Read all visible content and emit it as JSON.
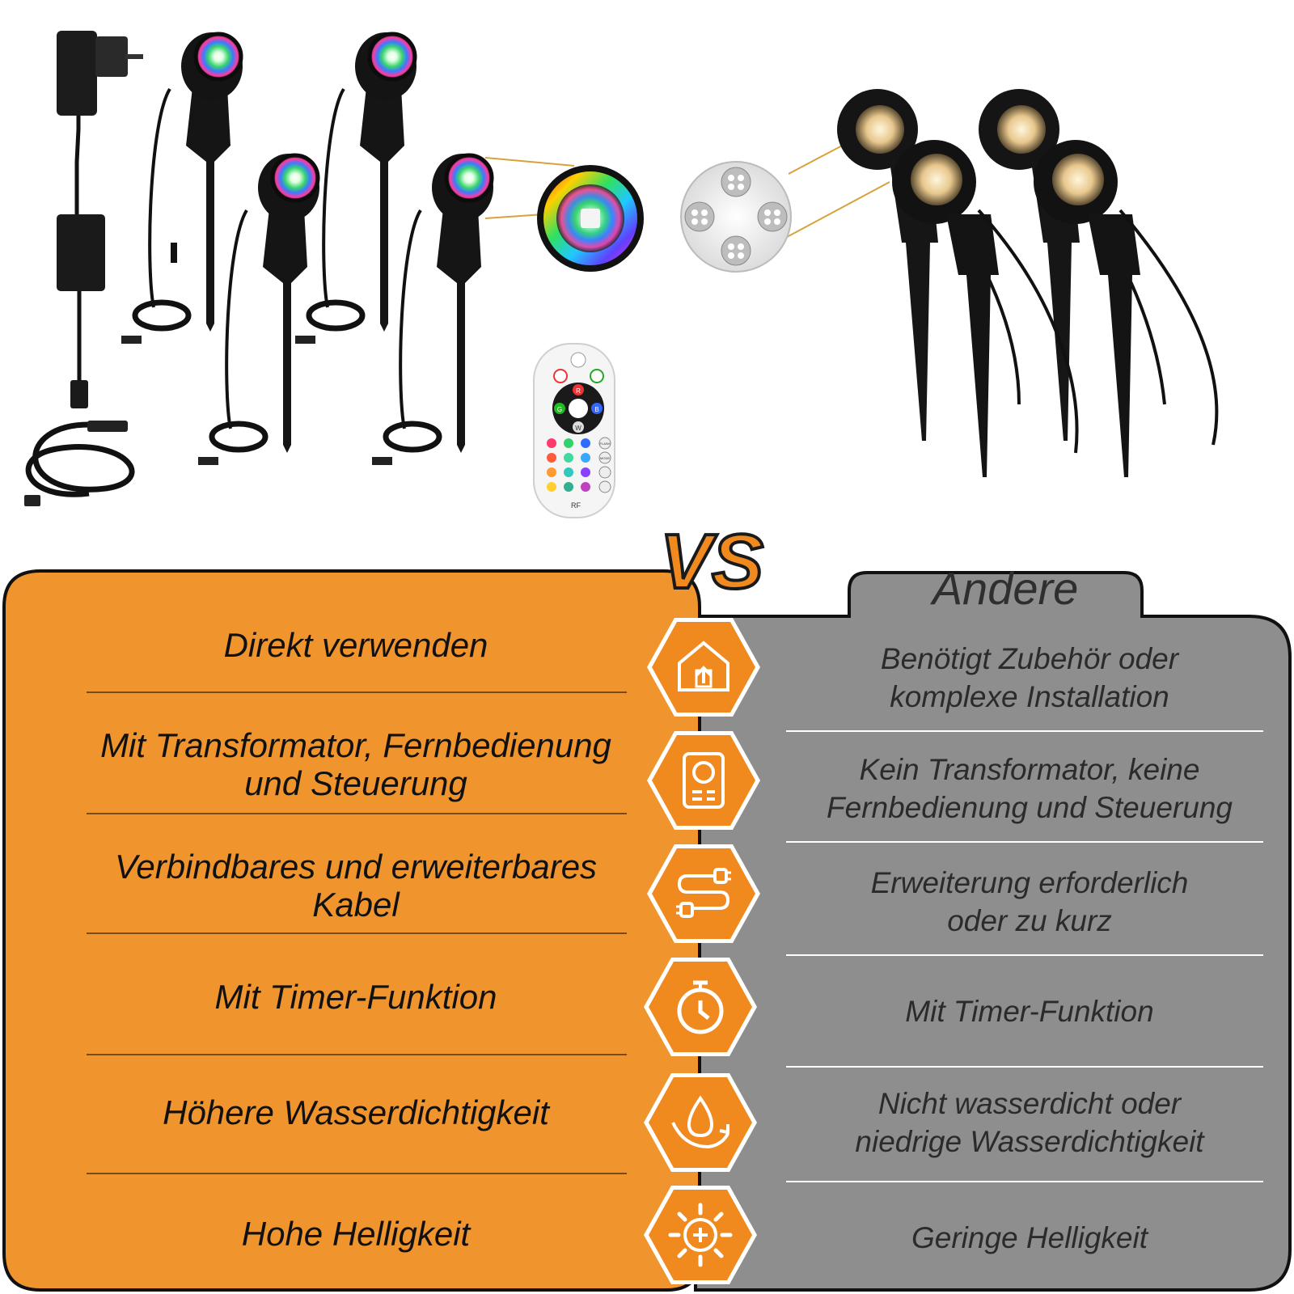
{
  "badge": {
    "text": "VS"
  },
  "other_title": "Andere",
  "rows": [
    {
      "icon": "home-upload-icon",
      "left": "Direkt verwenden",
      "right": "Benötigt Zubehör oder\nkomplexe Installation"
    },
    {
      "icon": "transformer-icon",
      "left": "Mit Transformator, Fernbedienung\nund Steuerung",
      "right": "Kein Transformator, keine\nFernbedienung und Steuerung"
    },
    {
      "icon": "cable-plug-icon",
      "left": "Verbindbares und erweiterbares\nKabel",
      "right": "Erweiterung erforderlich\noder zu kurz"
    },
    {
      "icon": "timer-icon",
      "left": "Mit Timer-Funktion",
      "right": "Mit Timer-Funktion"
    },
    {
      "icon": "water-drop-icon",
      "left": "Höhere Wasserdichtigkeit",
      "right": "Nicht wasserdicht oder\nniedrige Wasserdichtigkeit"
    },
    {
      "icon": "sun-brightness-icon",
      "left": "Hohe Helligkeit",
      "right": "Geringe Helligkeit"
    }
  ],
  "colors": {
    "orange": "#f0952e",
    "gray": "#8e8e8e",
    "dark": "#111111",
    "badge_orange": "#f08a1e"
  },
  "remote": {
    "r_label": "R",
    "g_label": "G",
    "b_label": "B",
    "w_label": "W",
    "flash_label": "FLASH",
    "mode_label": "MODE",
    "rf_label": "RF"
  }
}
